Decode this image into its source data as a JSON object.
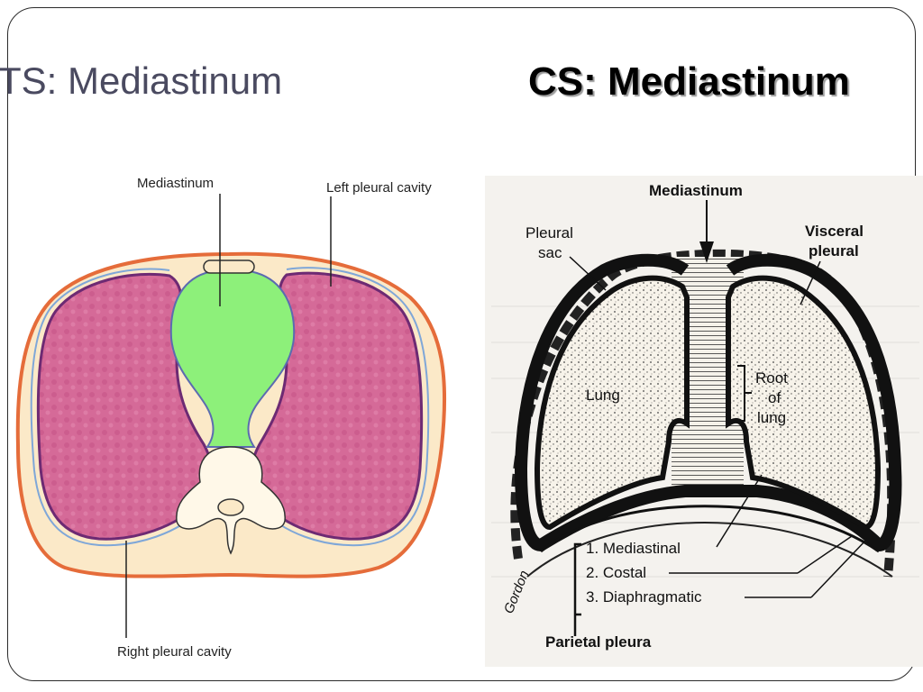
{
  "slide": {
    "title_left": "TS: Mediastinum",
    "title_right": "CS: Mediastinum"
  },
  "ts_diagram": {
    "label_mediastinum": "Mediastinum",
    "label_left_pleural_cavity": "Left pleural cavity",
    "label_right_pleural_cavity": "Right pleural cavity",
    "colors": {
      "lung": "#d56a98",
      "mediastinum": "#8df07a",
      "body_wall": "#fbe9c8",
      "outer_skin": "#e56c3a",
      "pleura": "#7fa7d8"
    }
  },
  "cs_diagram": {
    "label_mediastinum": "Mediastinum",
    "label_pleural_sac_1": "Pleural",
    "label_pleural_sac_2": "sac",
    "label_visceral_1": "Visceral",
    "label_visceral_2": "pleural",
    "label_lung": "Lung",
    "label_root_1": "Root",
    "label_root_2": "of",
    "label_root_3": "lung",
    "label_mediastinal": "1. Mediastinal",
    "label_costal": "2. Costal",
    "label_diaphragmatic": "3. Diaphragmatic",
    "label_parietal": "Parietal pleura",
    "label_signature": "Gordon"
  }
}
